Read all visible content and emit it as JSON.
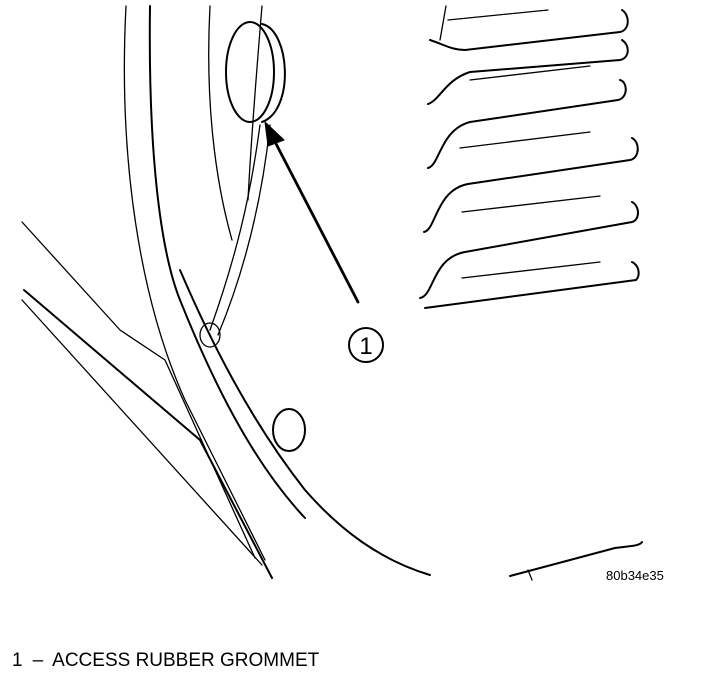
{
  "figure": {
    "figure_id": "80b34e35",
    "callouts": [
      {
        "number": "1"
      }
    ]
  },
  "legend": [
    {
      "number": "1",
      "separator": "–",
      "text": "ACCESS RUBBER GROMMET"
    }
  ]
}
